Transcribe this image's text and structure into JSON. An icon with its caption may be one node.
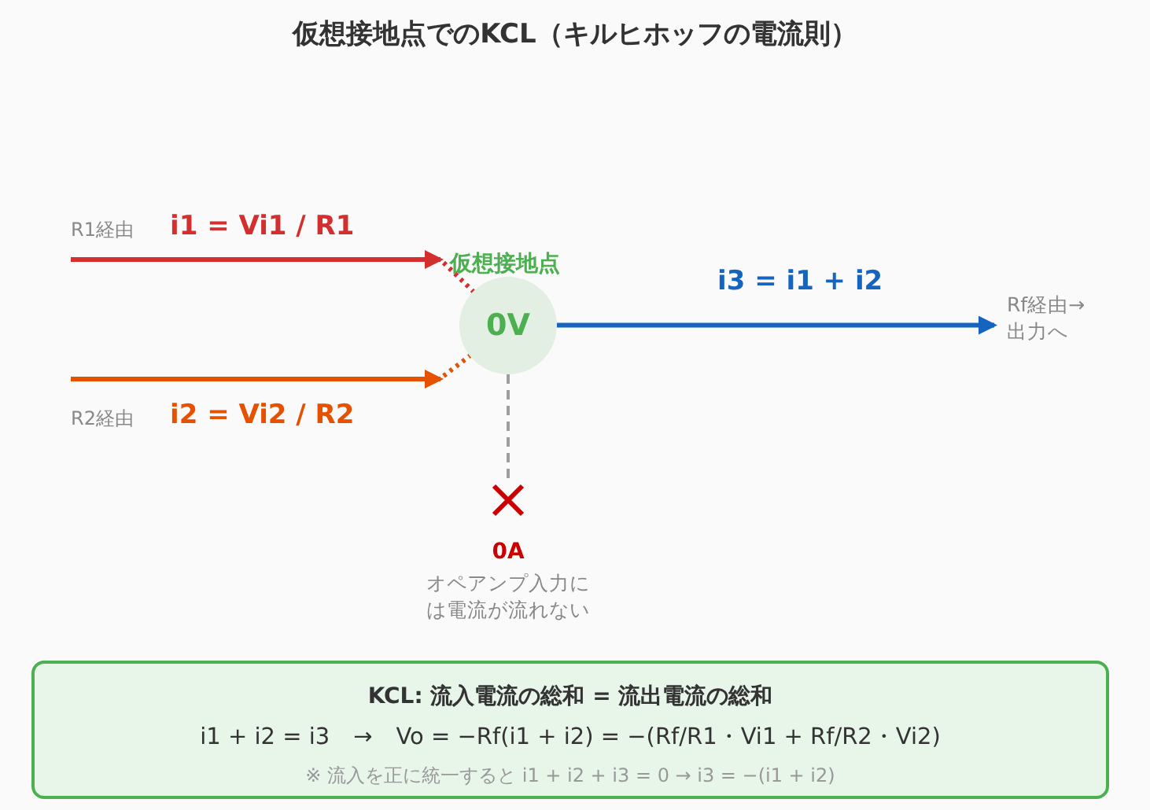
{
  "diagram": {
    "title": "仮想接地点でのKCL（キルヒホッフの電流則）",
    "nodes": [
      {
        "text": [
          "0V"
        ],
        "beside": [
          "仮想接地点"
        ]
      },
      {
        "text": [
          "Rf経由→出力へ"
        ]
      },
      {
        "text": [],
        "shape": "cross",
        "beside": [
          "0A",
          "オペアンプ入力には電流が流れない"
        ]
      },
      {
        "text": [
          "KCL: 流入電流の総和 = 流出電流の総和",
          "i1 + i2 = i3　→　Vo = −Rf(i1 + i2) = −(Rf/R1・Vi1 + Rf/R2・Vi2)",
          "※ 流入を正に統一すると i1 + i2 + i3 = 0 → i3 = −(i1 + i2)"
        ]
      }
    ],
    "edges": [
      {
        "from": null,
        "to": 0,
        "arrow": "to",
        "label": "i1 = Vi1 / R1",
        "color": "#d32f2f"
      },
      {
        "from": null,
        "to": 0,
        "arrow": "to",
        "label": "i2 = Vi2 / R2",
        "color": "#e65100"
      },
      {
        "from": 0,
        "to": 1,
        "arrow": "to",
        "label": "i3 = i1 + i2",
        "color": "#1565c0"
      },
      {
        "from": 0,
        "to": 2,
        "arrow": "none",
        "style": "dashed",
        "color": "#9e9e9e"
      }
    ],
    "labels": [
      "R1経由",
      "R2経由"
    ]
  }
}
